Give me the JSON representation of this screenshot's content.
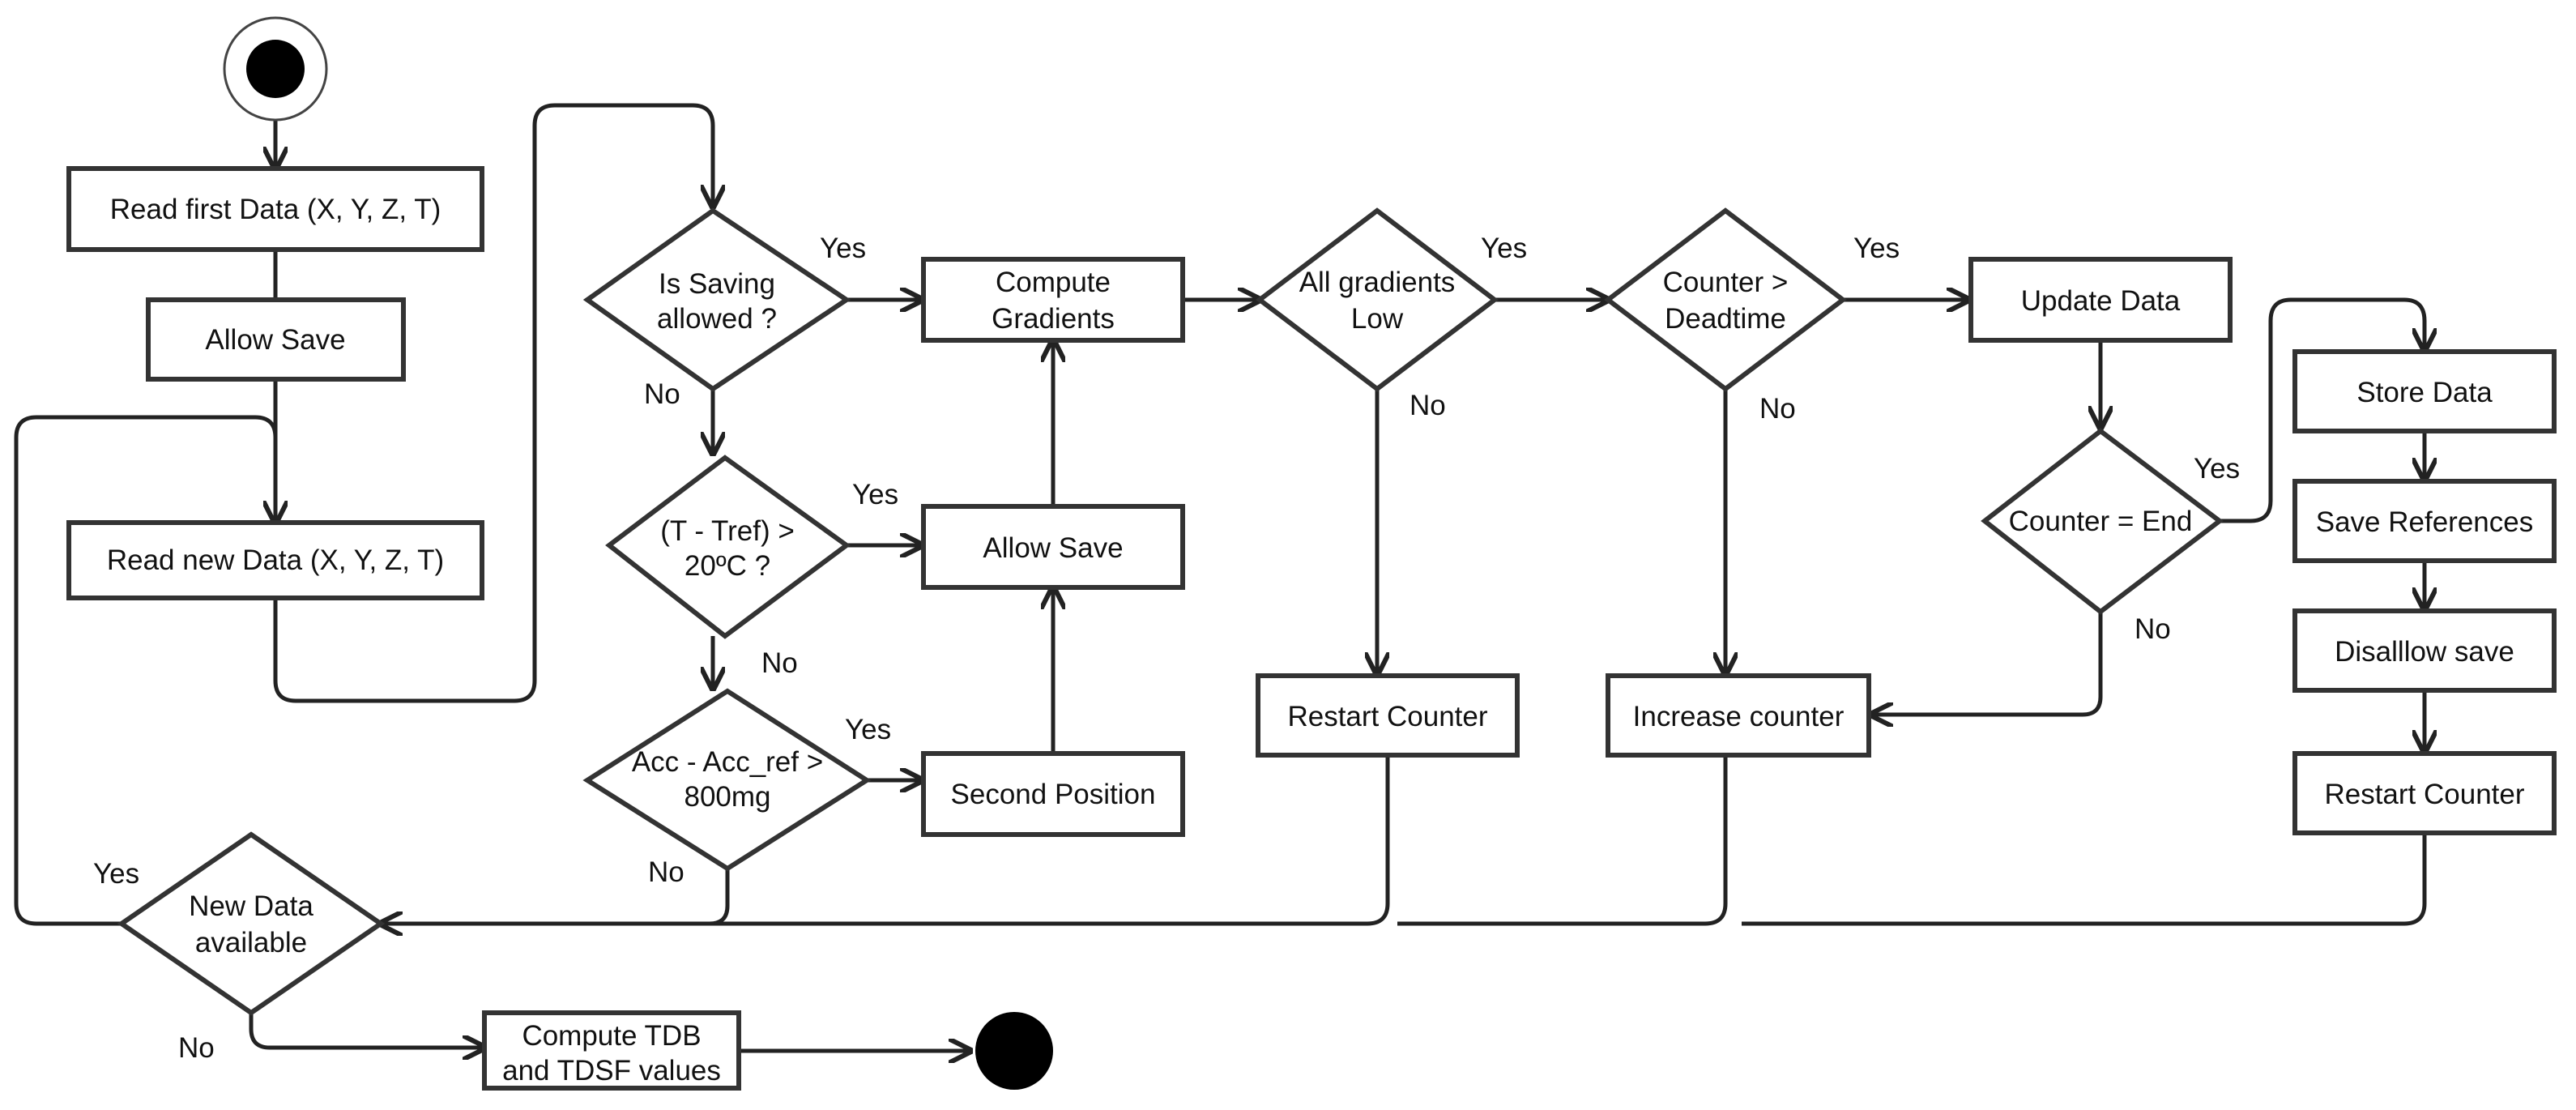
{
  "nodes": {
    "read_first": "Read first Data (X, Y, Z, T)",
    "allow_save_1": "Allow Save",
    "read_new": "Read new Data (X, Y, Z, T)",
    "is_saving": [
      "Is Saving",
      "allowed ?"
    ],
    "t_tref": [
      "(T - Tref) >",
      "20ºC ?"
    ],
    "acc": [
      "Acc - Acc_ref >",
      "800mg"
    ],
    "compute_gradients": [
      "Compute",
      "Gradients"
    ],
    "allow_save_2": "Allow Save",
    "second_position": "Second Position",
    "all_gradients": [
      "All gradients",
      "Low"
    ],
    "restart_counter_1": "Restart Counter",
    "counter_deadtime": [
      "Counter >",
      "Deadtime"
    ],
    "increase_counter": "Increase counter",
    "update_data": "Update Data",
    "counter_end": "Counter = End",
    "store_data": "Store Data",
    "save_references": "Save References",
    "disallow_save": "Disalllow save",
    "restart_counter_2": "Restart Counter",
    "new_data": [
      "New Data",
      "available"
    ],
    "compute_tdb": [
      "Compute TDB",
      "and TDSF values"
    ]
  },
  "labels": {
    "yes": "Yes",
    "no": "No"
  }
}
